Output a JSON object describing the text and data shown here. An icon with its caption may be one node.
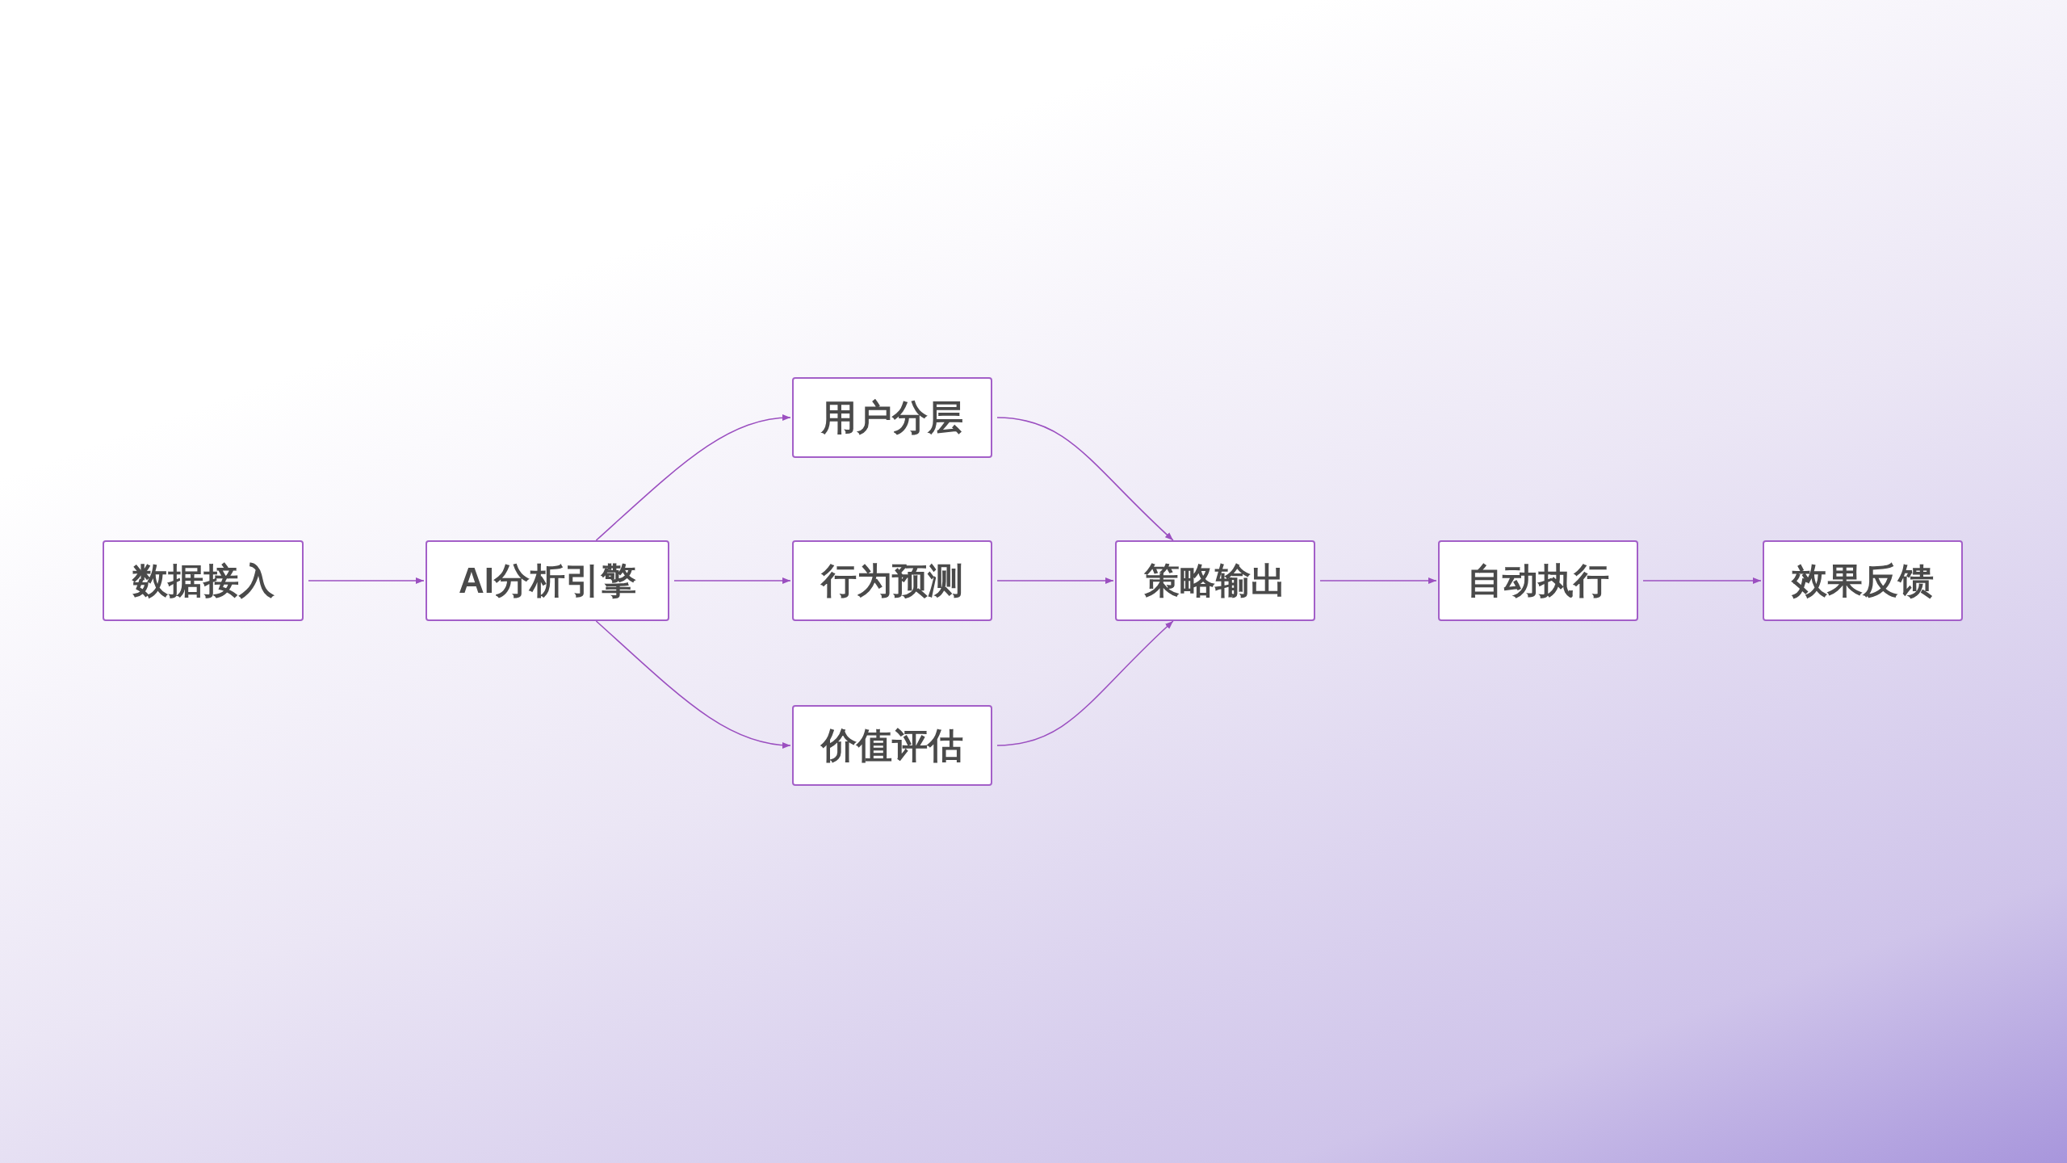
{
  "diagram": {
    "nodes": [
      {
        "text": [
          "数据接入"
        ]
      },
      {
        "text": [
          "AI分析引擎"
        ]
      },
      {
        "text": [
          "用户分层"
        ]
      },
      {
        "text": [
          "行为预测"
        ]
      },
      {
        "text": [
          "价值评估"
        ]
      },
      {
        "text": [
          "策略输出"
        ]
      },
      {
        "text": [
          "自动执行"
        ]
      },
      {
        "text": [
          "效果反馈"
        ]
      }
    ],
    "edges": [
      {
        "from": 0,
        "to": 1,
        "arrow": "to"
      },
      {
        "from": 1,
        "to": 2,
        "arrow": "to"
      },
      {
        "from": 1,
        "to": 3,
        "arrow": "to"
      },
      {
        "from": 1,
        "to": 4,
        "arrow": "to"
      },
      {
        "from": 2,
        "to": 5,
        "arrow": "to"
      },
      {
        "from": 3,
        "to": 5,
        "arrow": "to"
      },
      {
        "from": 4,
        "to": 5,
        "arrow": "to"
      },
      {
        "from": 5,
        "to": 6,
        "arrow": "to"
      },
      {
        "from": 6,
        "to": 7,
        "arrow": "to"
      }
    ]
  }
}
